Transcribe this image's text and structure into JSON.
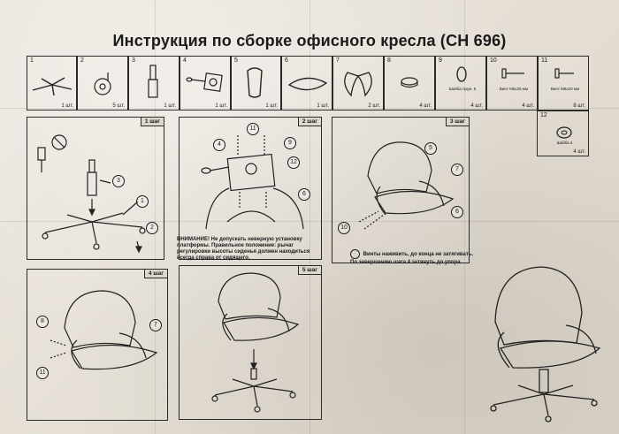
{
  "title": "Инструкция по сборке офисного кресла (СН 696)",
  "parts": [
    {
      "num": "1",
      "qty": "1 шт.",
      "label": "",
      "icon": "chair-base-icon"
    },
    {
      "num": "2",
      "qty": "5 шт.",
      "label": "",
      "icon": "caster-wheel-icon"
    },
    {
      "num": "3",
      "qty": "1 шт.",
      "label": "",
      "icon": "gas-lift-icon"
    },
    {
      "num": "4",
      "qty": "1 шт.",
      "label": "",
      "icon": "mechanism-plate-icon"
    },
    {
      "num": "5",
      "qty": "1 шт.",
      "label": "",
      "icon": "backrest-frame-icon"
    },
    {
      "num": "6",
      "qty": "1 шт.",
      "label": "",
      "icon": "seat-cushion-icon"
    },
    {
      "num": "7",
      "qty": "2 шт.",
      "label": "",
      "icon": "armrests-icon"
    },
    {
      "num": "8",
      "qty": "4 шт.",
      "label": "",
      "icon": "cap-icon"
    },
    {
      "num": "9",
      "qty": "4 шт.",
      "label": "Шайба пруж. 6",
      "icon": "spring-washer-icon"
    },
    {
      "num": "10",
      "qty": "4 шт.",
      "label": "Винт М6х25 мм",
      "icon": "screw-m6x25-icon"
    },
    {
      "num": "11",
      "qty": "8 шт.",
      "label": "Винт М6х20 мм",
      "icon": "screw-m6x20-icon"
    }
  ],
  "washer": {
    "num": "12",
    "qty": "4 шт.",
    "label": "Шайба 6"
  },
  "steps": {
    "s1": "1 шаг",
    "s2": "2 шаг",
    "s3": "3 шаг",
    "s4": "4 шаг",
    "s5": "5 шаг"
  },
  "callouts": {
    "s1": [
      "3",
      "1",
      "2"
    ],
    "s2": [
      "11",
      "4",
      "9",
      "12",
      "6"
    ],
    "s3": [
      "5",
      "7",
      "6",
      "10"
    ],
    "s4": [
      "8",
      "7",
      "11"
    ]
  },
  "warning": "ВНИМАНИЕ! Не допускать неверную установку платформы. Правильное положение: рычаг регулировки высоты сиденья должен находиться всегда справа от сидящего.",
  "note_step3": "Винты наживить, до конца не затягивать. По завершению шага 4 затянуть до упора."
}
